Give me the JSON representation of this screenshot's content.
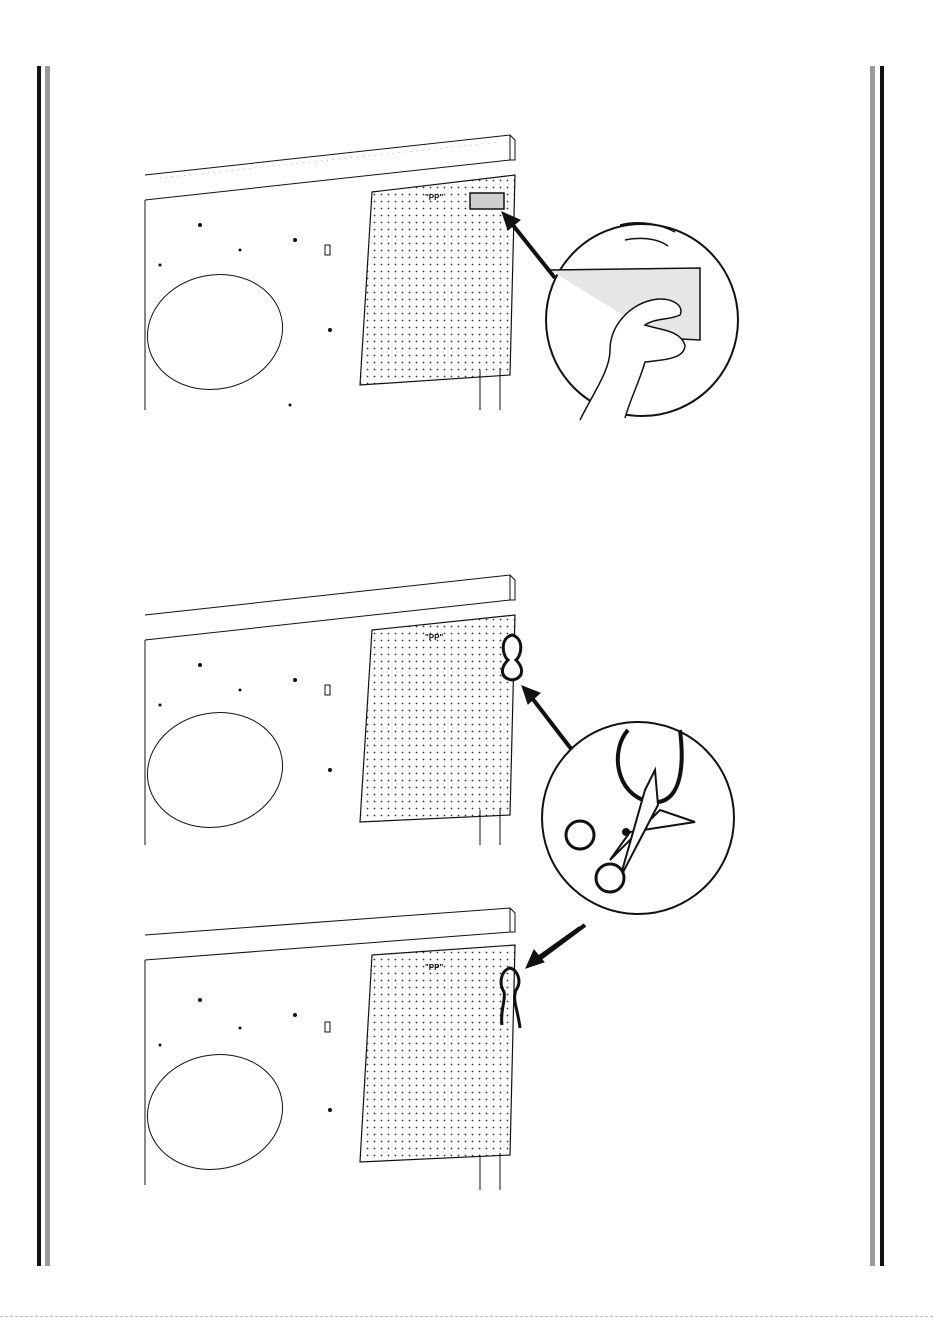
{
  "page": {
    "steps": [
      {
        "name": "peel-off-tape",
        "tool_icon": "hand-peeling-tape-icon",
        "panel_label": "\"PP\""
      },
      {
        "name": "cut-cable-tie",
        "tool_icon": "scissors-icon",
        "panel_label": "\"PP\""
      },
      {
        "name": "tie-removed",
        "panel_label": "\"PP\""
      }
    ],
    "colors": {
      "line": "#111111",
      "tape": "#cfcfcf",
      "side_bar": "#9a9a9a"
    }
  }
}
